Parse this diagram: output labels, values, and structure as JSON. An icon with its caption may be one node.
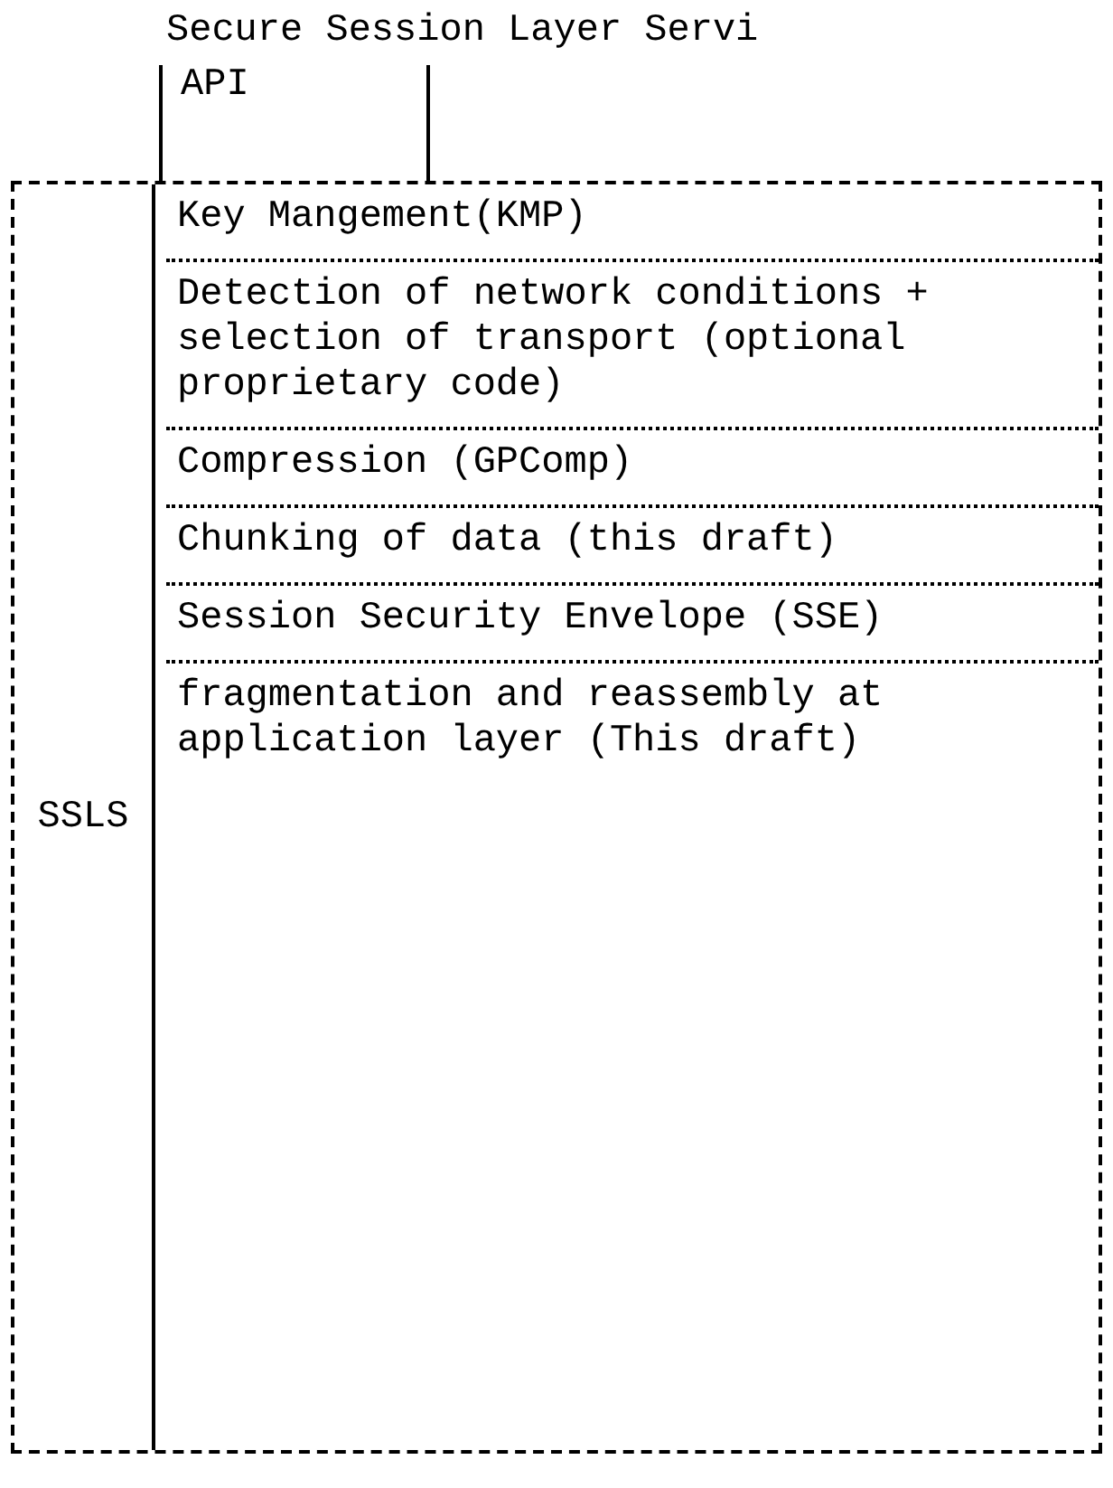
{
  "diagram": {
    "title": "Secure Session Layer Servi",
    "nodes": [
      {
        "text": [
          "API"
        ]
      },
      {
        "text": [
          "SSLS"
        ]
      },
      {
        "text": [
          "Key Mangement(KMP)"
        ],
        "in": 1
      },
      {
        "text": [
          "Detection of network conditions + selection of transport (optional proprietary code)"
        ],
        "in": 1
      },
      {
        "text": [
          "Compression (GPComp)"
        ],
        "in": 1
      },
      {
        "text": [
          "Chunking of data (this draft)"
        ],
        "in": 1
      },
      {
        "text": [
          "Session Security Envelope (SSE)"
        ],
        "in": 1
      },
      {
        "text": [
          "fragmentation and reassembly at application layer (This draft)"
        ],
        "in": 1
      }
    ],
    "edges": []
  }
}
